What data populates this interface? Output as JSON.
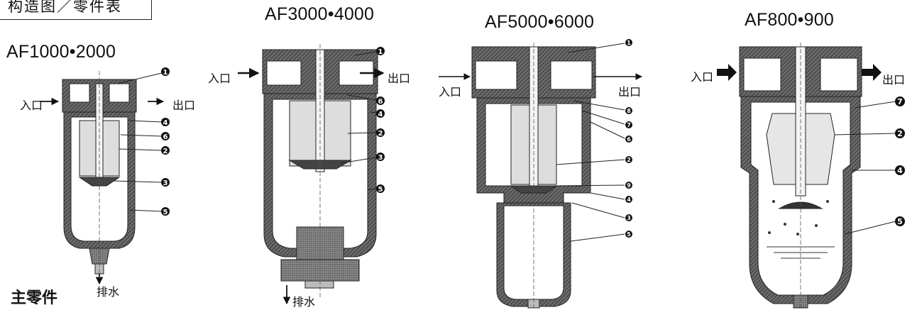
{
  "header": {
    "title": "构造图／零件表"
  },
  "sections": [
    {
      "model": "AF1000•2000",
      "inlet": "入口",
      "outlet": "出口",
      "drain": "排水",
      "callouts": [
        "1",
        "4",
        "6",
        "2",
        "3",
        "5"
      ]
    },
    {
      "model": "AF3000•4000",
      "inlet": "入口",
      "outlet": "出口",
      "drain": "排水",
      "callouts": [
        "1",
        "6",
        "4",
        "2",
        "3",
        "5"
      ]
    },
    {
      "model": "AF5000•6000",
      "inlet": "入口",
      "outlet": "出口",
      "callouts": [
        "1",
        "8",
        "7",
        "6",
        "2",
        "9",
        "4",
        "3",
        "5"
      ]
    },
    {
      "model": "AF800•900",
      "inlet": "入口",
      "outlet": "出口",
      "callouts": [
        "7",
        "2",
        "4",
        "5"
      ]
    }
  ],
  "footer": {
    "main_parts": "主零件"
  }
}
